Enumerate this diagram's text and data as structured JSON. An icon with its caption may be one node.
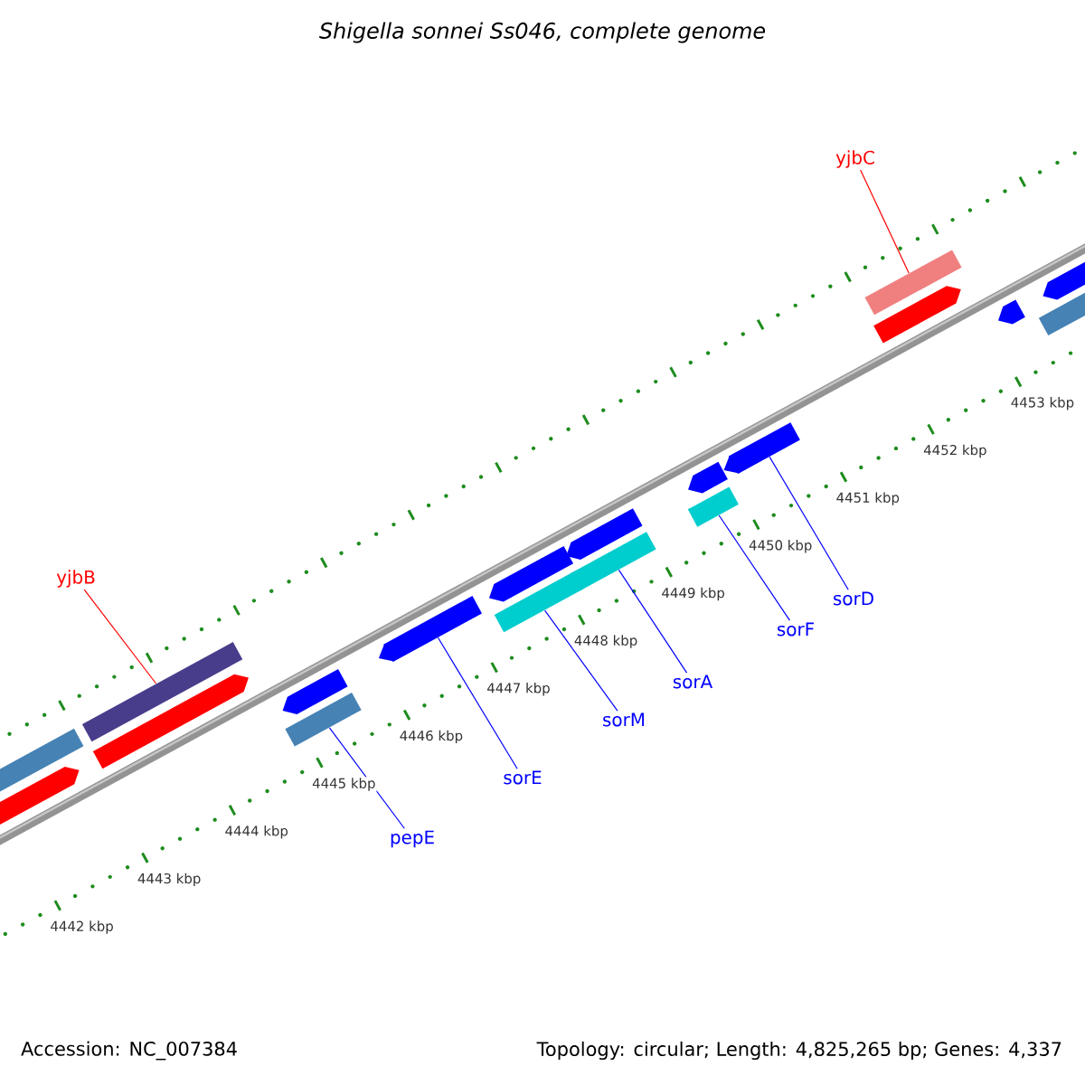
{
  "diagram": {
    "title": "Shigella sonnei Ss046, complete genome",
    "nodes": [
      {
        "text": [
          "yjbC"
        ]
      },
      {
        "text": [
          "yjbB"
        ]
      },
      {
        "text": [
          "sorD"
        ]
      },
      {
        "text": [
          "sorF"
        ]
      },
      {
        "text": [
          "sorA"
        ]
      },
      {
        "text": [
          "sorM"
        ]
      },
      {
        "text": [
          "sorE"
        ]
      },
      {
        "text": [
          "pepE"
        ]
      },
      {
        "text": [],
        "shape": "bar"
      },
      {
        "text": [],
        "shape": "bar"
      },
      {
        "text": [],
        "shape": "bar"
      },
      {
        "text": [],
        "shape": "bar"
      },
      {
        "text": [],
        "shape": "bar"
      },
      {
        "text": [],
        "shape": "bar"
      },
      {
        "text": [],
        "shape": "bar"
      },
      {
        "text": [],
        "shape": "bar"
      }
    ],
    "edges": [
      {
        "from": 0,
        "to": 8,
        "arrow": "none",
        "color": "#ff0000"
      },
      {
        "from": 1,
        "to": 9,
        "arrow": "none",
        "color": "#ff0000"
      },
      {
        "from": 2,
        "to": 10,
        "arrow": "none"
      },
      {
        "from": 3,
        "to": 11,
        "arrow": "none"
      },
      {
        "from": 4,
        "to": 12,
        "arrow": "none"
      },
      {
        "from": 5,
        "to": 13,
        "arrow": "none"
      },
      {
        "from": 6,
        "to": 14,
        "arrow": "none"
      },
      {
        "from": 7,
        "to": 15,
        "arrow": "none"
      }
    ],
    "labels": [
      "4453 kbp",
      "4452 kbp",
      "4451 kbp",
      "4450 kbp",
      "4449 kbp",
      "4448 kbp",
      "4447 kbp",
      "4446 kbp",
      "4445 kbp",
      "4444 kbp",
      "4443 kbp",
      "4442 kbp",
      "Accession: NC_007384",
      "Topology: circular; Length: 4,825,265 bp; Genes: 4,337"
    ]
  }
}
